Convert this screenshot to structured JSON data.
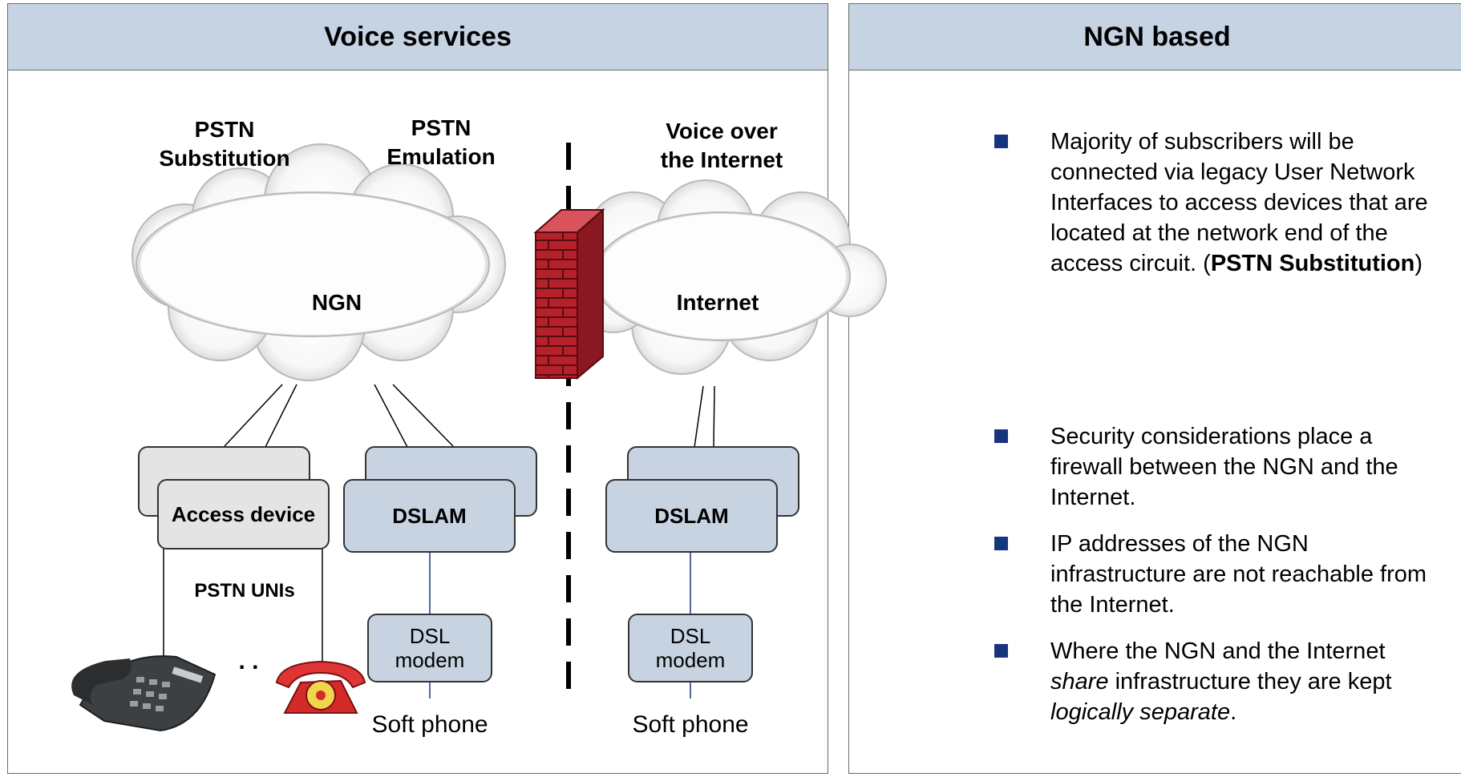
{
  "left_panel": {
    "title": "Voice services",
    "columns": {
      "substitution": {
        "line1": "PSTN",
        "line2": "Substitution"
      },
      "emulation": {
        "line1": "PSTN",
        "line2": "Emulation"
      },
      "voip": {
        "line1": "Voice over",
        "line2": "the Internet"
      }
    },
    "clouds": {
      "ngn": "NGN",
      "internet": "Internet"
    },
    "devices": {
      "access_device": "Access device",
      "dslam_left": "DSLAM",
      "dslam_right": "DSLAM",
      "dsl_modem_left": {
        "line1": "DSL",
        "line2": "modem"
      },
      "dsl_modem_right": {
        "line1": "DSL",
        "line2": "modem"
      },
      "pstn_unis": "PSTN UNIs",
      "ellipsis": ". .",
      "soft_phone_left": "Soft phone",
      "soft_phone_right": "Soft phone"
    },
    "icons": [
      "cloud-icon",
      "firewall-icon",
      "desk-phone-icon",
      "red-rotary-phone-icon"
    ]
  },
  "right_panel": {
    "title": "NGN based",
    "bullets": [
      {
        "pre": "Majority of subscribers will be connected via legacy User Network Interfaces to access devices that are located at the network end of the access circuit. (",
        "bold": "PSTN Substitution",
        "post": ")"
      },
      {
        "text": "Security considerations place a firewall between the NGN and the Internet."
      },
      {
        "text": "IP addresses of the NGN infrastructure are not reachable from the Internet."
      },
      {
        "pre": "Where the NGN and the Internet ",
        "em1": "share",
        "mid": " infrastructure they are kept ",
        "em2": "logically separate",
        "post": "."
      }
    ],
    "bullet_color": "#17357f"
  },
  "colors": {
    "header_bg": "#c6d3e3",
    "box_blue": "#c8d3e2",
    "box_gray": "#e4e4e4",
    "firewall": "#b5212a"
  }
}
